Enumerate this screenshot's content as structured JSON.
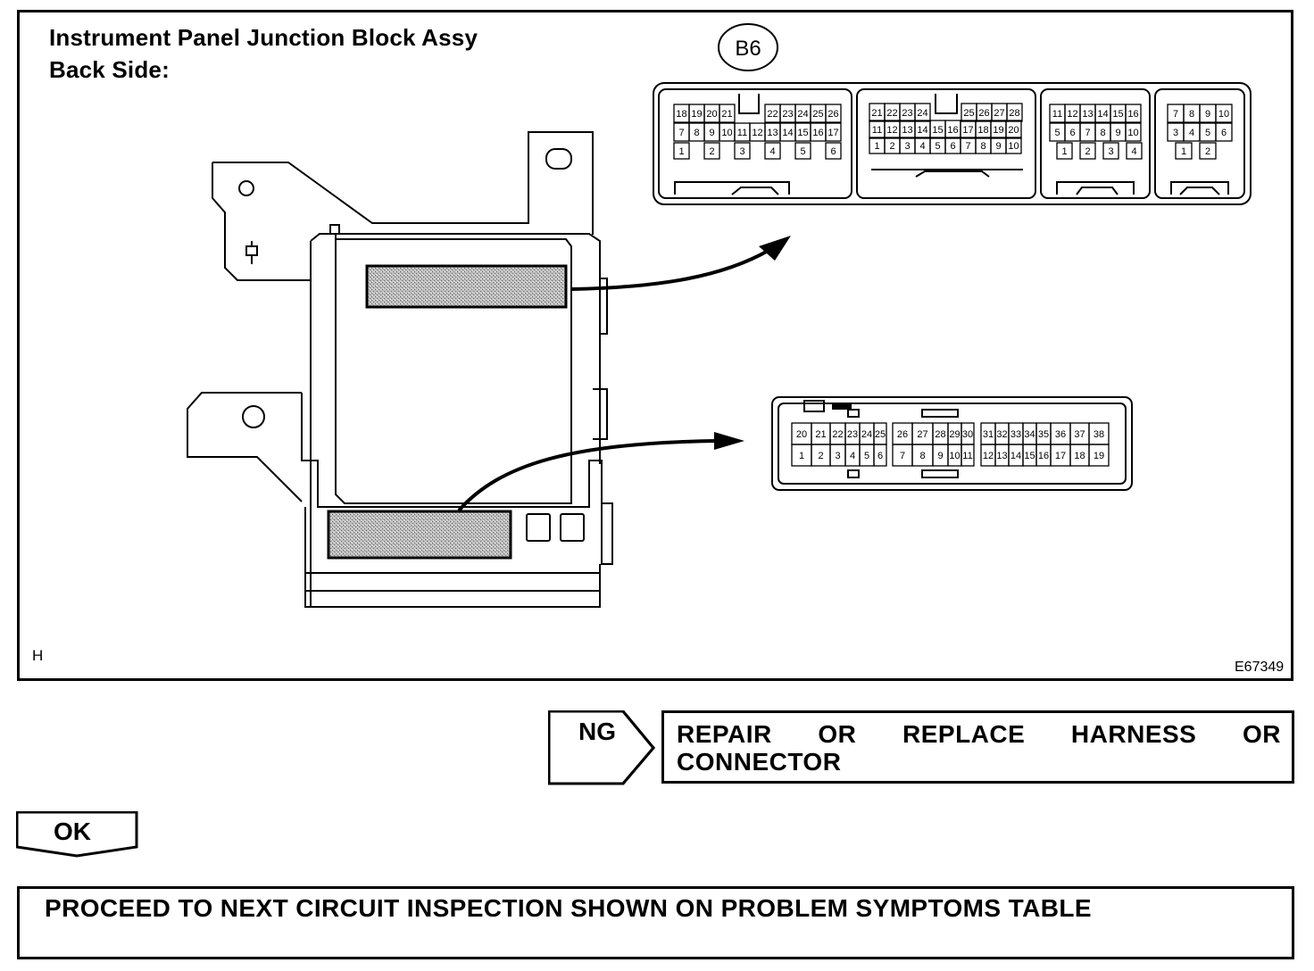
{
  "figure": {
    "title_line1": "Instrument Panel Junction Block Assy",
    "title_line2": "Back Side:",
    "connector_id": "B6",
    "corner_letter": "H",
    "figure_code": "E67349"
  },
  "connector_b6": {
    "block1": {
      "row1": [
        "18",
        "19",
        "20",
        "21",
        "22",
        "23",
        "24",
        "25",
        "26"
      ],
      "row2": [
        "7",
        "8",
        "9",
        "10",
        "11",
        "12",
        "13",
        "14",
        "15",
        "16",
        "17"
      ],
      "row3": [
        "1",
        "2",
        "3",
        "4",
        "5",
        "6"
      ]
    },
    "block2": {
      "row1": [
        "21",
        "22",
        "23",
        "24",
        "25",
        "26",
        "27",
        "28"
      ],
      "row2": [
        "11",
        "12",
        "13",
        "14",
        "15",
        "16",
        "17",
        "18",
        "19",
        "20"
      ],
      "row3": [
        "1",
        "2",
        "3",
        "4",
        "5",
        "6",
        "7",
        "8",
        "9",
        "10"
      ]
    },
    "block3": {
      "row1": [
        "11",
        "12",
        "13",
        "14",
        "15",
        "16"
      ],
      "row2": [
        "5",
        "6",
        "7",
        "8",
        "9",
        "10"
      ],
      "row3": [
        "1",
        "2",
        "3",
        "4"
      ]
    },
    "block4": {
      "row1": [
        "7",
        "8",
        "9",
        "10"
      ],
      "row2": [
        "3",
        "4",
        "5",
        "6"
      ],
      "row3": [
        "1",
        "2"
      ]
    }
  },
  "connector_lower": {
    "group1": {
      "top": [
        "20",
        "21",
        "22",
        "23",
        "24",
        "25"
      ],
      "bottom": [
        "1",
        "2",
        "3",
        "4",
        "5",
        "6"
      ]
    },
    "group2": {
      "top": [
        "26",
        "27",
        "28",
        "29",
        "30"
      ],
      "bottom": [
        "7",
        "8",
        "9",
        "10",
        "11"
      ]
    },
    "group3": {
      "top": [
        "31",
        "32",
        "33",
        "34",
        "35",
        "36",
        "37",
        "38"
      ],
      "bottom": [
        "12",
        "13",
        "14",
        "15",
        "16",
        "17",
        "18",
        "19"
      ]
    }
  },
  "flow": {
    "ng_label": "NG",
    "ng_action": "REPAIR OR REPLACE HARNESS OR CONNECTOR",
    "ok_label": "OK",
    "next_step": "PROCEED TO NEXT CIRCUIT INSPECTION SHOWN ON PROBLEM SYMPTOMS TABLE"
  }
}
